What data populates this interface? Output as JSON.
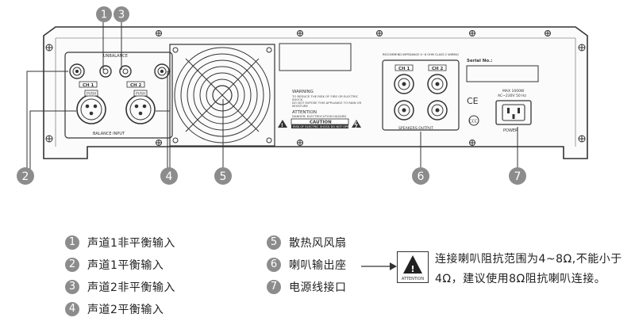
{
  "panel": {
    "unbalance_label": "UNBALANCE",
    "ch1_label": "CH 1",
    "ch2_label": "CH 2",
    "push_label": "PUSH",
    "balance_input_label": "BALANCE   INPUT",
    "warning_title": "WARNING",
    "warning_line1": "TO REDUCE THE RISK OF FIRE OR ELECTRIC",
    "warning_line2": "SHOCK",
    "warning_line3": "DO NOT EXPOSE THIS APPLIANCE TO RAIN OR",
    "warning_line4": "MOISTURE",
    "attention_title": "ATTENTION",
    "attention_line": "DANGER: ELECTROCUTION HAZARD",
    "caution_label": "CAUTION",
    "caution_line": "RISK OF ELECTRIC SHOCK DO NOT OPEN",
    "impedance_label": "RECOMMEND IMPEDANCE   4~8 OHM   CLASS 2 WIRING",
    "speakers_output_label": "SPEAKERS   OUTPUT",
    "serial_label": "Serial No.:",
    "power_spec_line1": "MAX 1000W",
    "power_spec_line2": "AC~230V  50 Hz",
    "power_label": "POWER",
    "ce_mark": "CE",
    "ccc_mark": "CCC"
  },
  "callouts": [
    "1",
    "3",
    "2",
    "4",
    "5",
    "6",
    "7"
  ],
  "legend": {
    "left": [
      {
        "num": "1",
        "text": "声道1非平衡输入"
      },
      {
        "num": "2",
        "text": "声道1平衡输入"
      },
      {
        "num": "3",
        "text": "声道2非平衡输入"
      },
      {
        "num": "4",
        "text": "声道2平衡输入"
      }
    ],
    "right": [
      {
        "num": "5",
        "text": "散热风风扇"
      },
      {
        "num": "6",
        "text": "喇叭输出座"
      },
      {
        "num": "7",
        "text": "电源线接口"
      }
    ]
  },
  "note": {
    "icon_label": "ATTENTION",
    "line1": "连接喇叭阻抗范围为4~8Ω,不能小于",
    "line2": "4Ω，建议使用8Ω阻抗喇叭连接。"
  }
}
